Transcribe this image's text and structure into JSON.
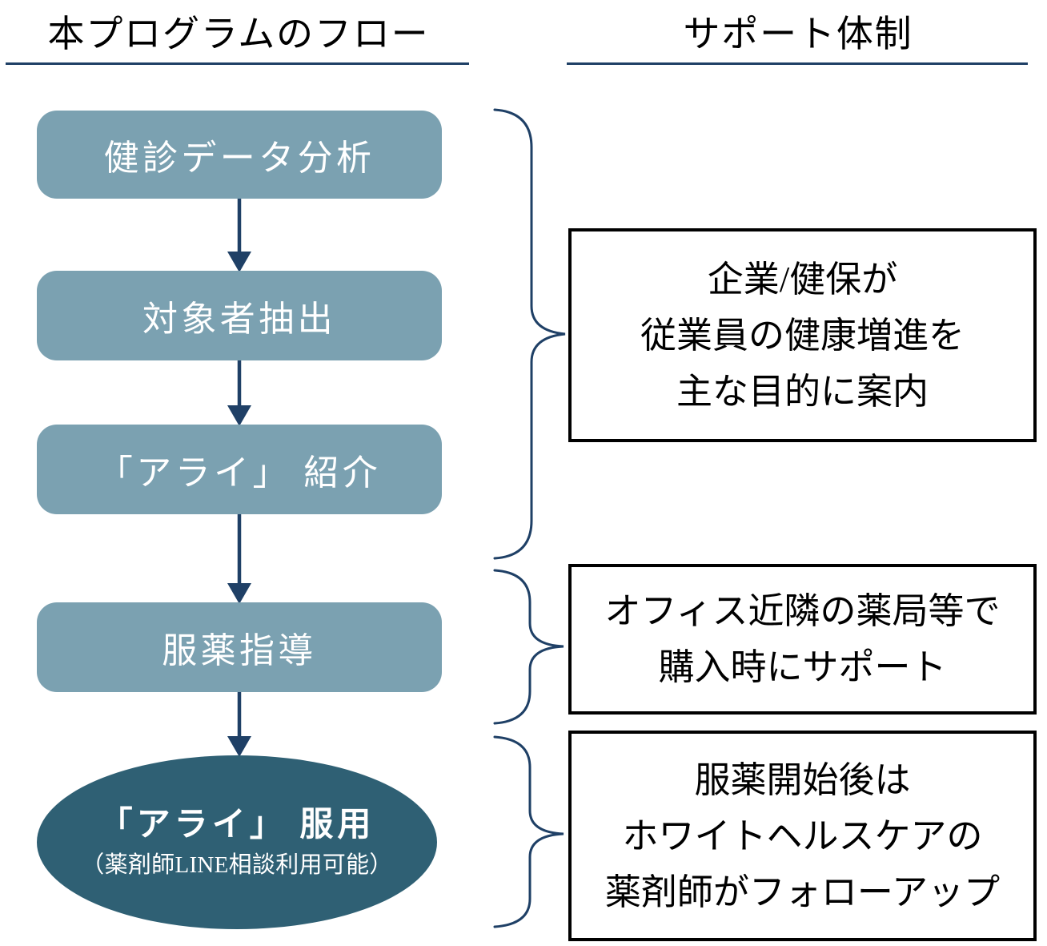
{
  "colors": {
    "step_fill": "#7BA1B1",
    "ellipse_fill": "#2F6074",
    "connector": "#1F4066",
    "note_border": "#000000",
    "text_on_fill": "#FFFFFF",
    "title_text": "#000000"
  },
  "left_column": {
    "title": "本プログラムのフロー",
    "steps": [
      {
        "label": "健診データ分析"
      },
      {
        "label": "対象者抽出"
      },
      {
        "label": "「アライ」 紹介"
      },
      {
        "label": "服薬指導"
      }
    ],
    "final_step": {
      "label": "「アライ」 服用",
      "sublabel": "（薬剤師LINE相談利用可能）"
    }
  },
  "right_column": {
    "title": "サポート体制",
    "notes": [
      {
        "lines": [
          "企業/健保が",
          "従業員の健康増進を",
          "主な目的に案内"
        ]
      },
      {
        "lines": [
          "オフィス近隣の薬局等で",
          "購入時にサポート"
        ]
      },
      {
        "lines": [
          "服薬開始後は",
          "ホワイトヘルスケアの",
          "薬剤師がフォローアップ"
        ]
      }
    ]
  }
}
